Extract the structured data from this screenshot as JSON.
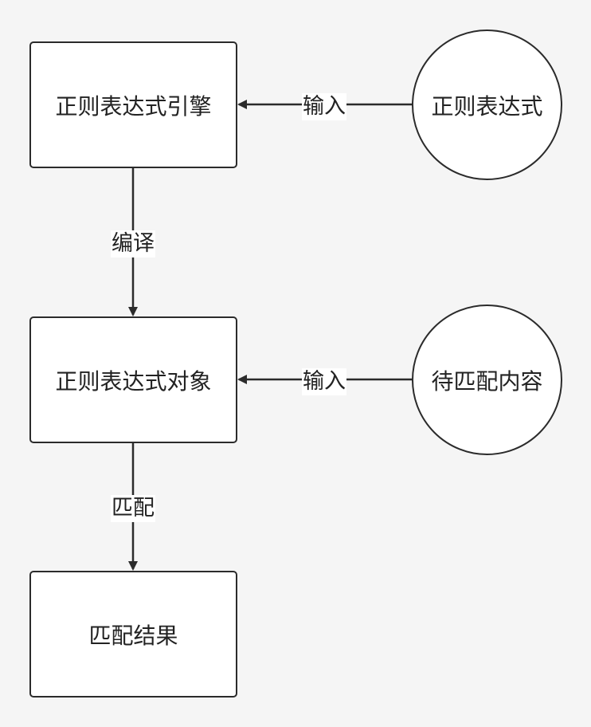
{
  "nodes": {
    "engine": "正则表达式引擎",
    "regex": "正则表达式",
    "object": "正则表达式对象",
    "input_text": "待匹配内容",
    "result": "匹配结果"
  },
  "edges": {
    "regex_to_engine": "输入",
    "engine_to_object": "编译",
    "input_to_object": "输入",
    "object_to_result": "匹配"
  },
  "colors": {
    "stroke": "#2b2b2b",
    "fill": "#ffffff",
    "background": "#f5f5f5"
  }
}
